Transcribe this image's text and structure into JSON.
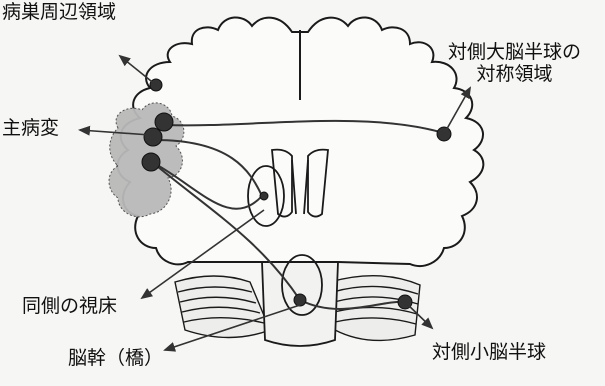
{
  "labels": {
    "perilesional": "病巣周辺領域",
    "main_lesion": "主病変",
    "contralateral_cerebrum_l1": "対側大脳半球の",
    "contralateral_cerebrum_l2": "対称領域",
    "ipsilateral_thalamus": "同側の視床",
    "brainstem": "脳幹（橋）",
    "contralateral_cerebellum": "対側小脳半球"
  },
  "colors": {
    "lesion_fill": "#b9b9b9",
    "outline": "#1a1a1a",
    "node": "#333333",
    "background": "#f6f6f4"
  }
}
